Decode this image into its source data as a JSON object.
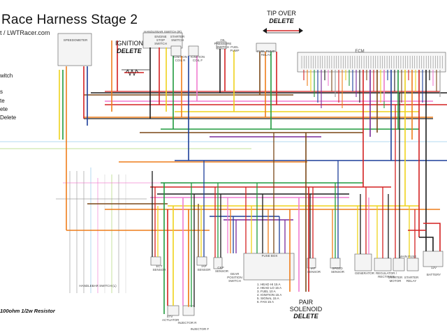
{
  "title": "Race Harness  Stage 2",
  "subtitle": "t / LWTRacer.com",
  "legend": [
    "witch",
    "s",
    "te",
    "ete",
    " Delete"
  ],
  "resistor_note": "100ohm 1/2w Resistor",
  "callouts": {
    "tip_over": {
      "label": "TIP OVER",
      "status": "DELETE"
    },
    "ignition": {
      "label": "IGNITION",
      "status": "DELETE"
    },
    "pair": {
      "label": "PAIR",
      "label2": "SOLENOID",
      "status": "DELETE"
    }
  },
  "components": {
    "speedometer": "SPEEDOMETER",
    "handlebar_switch_r": "HANDLEBAR SWITCH (R)",
    "engine_stop": "ENGINE STOP SWITCH",
    "starter_switch": "STARTER SWITCH",
    "ignition_coil_r": "IGNITION COIL R",
    "ignition_coil_f": "IGNITION COIL F",
    "oil_pressure": "OIL PRESSURE SWITCH",
    "fuel_pump": "FUEL PUMP",
    "fuel_pump_relay": "FUEL PUMP RELAY",
    "ecm": "ECM",
    "ect_sensor": "ECT SENSOR",
    "iap_sensor": "IAP SENSOR",
    "ckp_sensor": "CKP SENSOR",
    "gear_position": "GEAR POSITION SWITCH",
    "fuse_box": "FUSE BOX",
    "iat_sensor": "IAT SENSOR",
    "speed_sensor": "SPEED SENSOR",
    "generator": "GENERATOR",
    "regulator": "REGULATOR / RECTIFIER",
    "starter_motor": "STARTER MOTOR",
    "starter_relay": "STARTER RELAY",
    "main_fuse": "MAIN FUSE",
    "battery": "BATTERY",
    "battery_volt": "12V",
    "handlebar_switch_l": "HANDLEBAR SWITCH (L)",
    "injector_r": "INJECTOR R",
    "injector_f": "INJECTOR F",
    "stv_actuator": "STV ACTUATOR"
  },
  "fuses": [
    "1. HEAD HI   15 A",
    "2. HEAD LO   15 A",
    "3. FUEL     10 A",
    "4. IGNITION 15 A",
    "5. SIGNAL   15 A",
    "6. FAN      15 A"
  ],
  "wire_colors": {
    "red": "#d42020",
    "black": "#1a1a1a",
    "orange": "#ee7d1a",
    "yellow": "#efd21a",
    "green": "#1f9a3d",
    "blue": "#1d3f9a",
    "brown": "#7a4717",
    "gray": "#9a9a9a",
    "pink": "#f07bd0",
    "purple": "#7a2a9a",
    "lightgreen": "#a6d46a",
    "lightblue": "#8fc6ea",
    "white": "#d8d8d8"
  }
}
